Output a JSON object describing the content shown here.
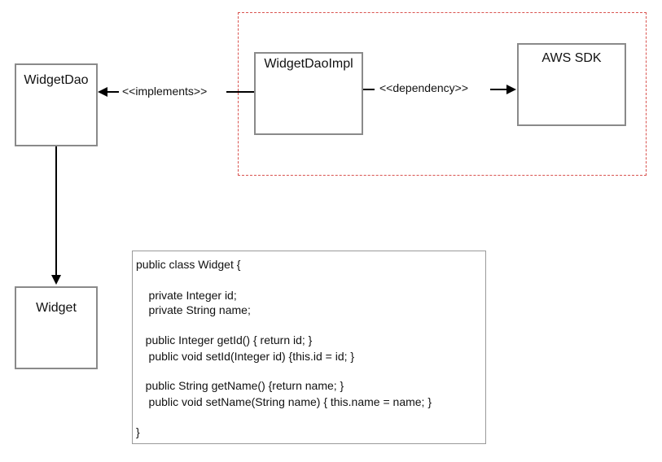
{
  "nodes": {
    "widget_dao": "WidgetDao",
    "widget_dao_impl": "WidgetDaoImpl",
    "aws_sdk": "AWS SDK",
    "widget": "Widget"
  },
  "edges": {
    "implements": "<<implements>>",
    "dependency": "<<dependency>>"
  },
  "code": {
    "lines": [
      "public class Widget {",
      "    private Integer id;",
      "    private String name;",
      "   public Integer getId() { return id; }",
      "    public void setId(Integer id) {this.id = id; }",
      "   public String getName() {return name; }",
      "    public void setName(String name) { this.name = name; }",
      "}"
    ]
  },
  "colors": {
    "box_border": "#8a8a8a",
    "group_border": "#d9534f",
    "arrow": "#000000"
  }
}
